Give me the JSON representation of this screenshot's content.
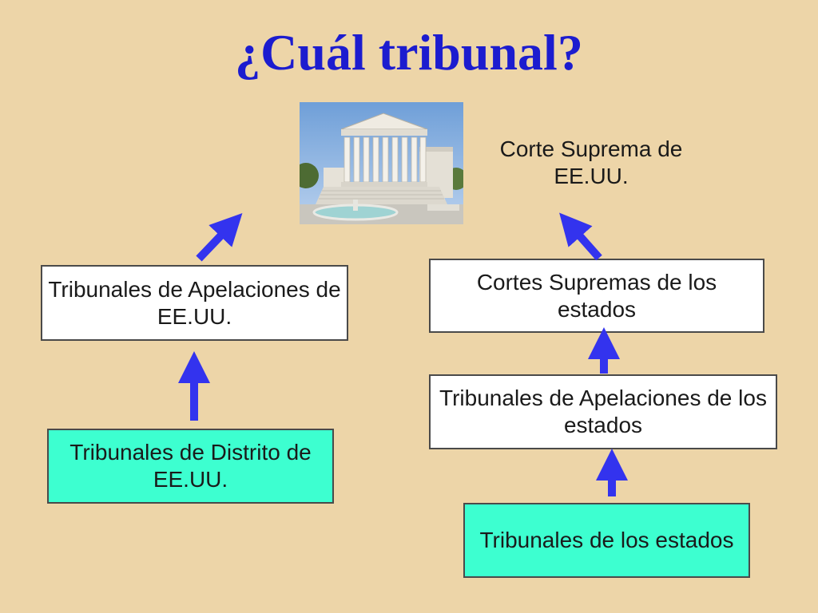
{
  "slide": {
    "title": "¿Cuál tribunal?",
    "supreme_court_label": "Corte Suprema de EE.UU.",
    "federal": {
      "appeals": "Tribunales de Apelaciones de EE.UU.",
      "district": "Tribunales de Distrito de EE.UU."
    },
    "state": {
      "supreme": "Cortes Supremas de los estados",
      "appeals": "Tribunales de Apelaciones de los estados",
      "trial": "Tribunales de los estados"
    }
  },
  "colors": {
    "background": "#edd5a8",
    "title": "#1c1ccf",
    "arrow": "#3333ee",
    "entry_box": "#3dffd0",
    "box": "#ffffff"
  },
  "icons": [
    "arrow-icon",
    "supreme-court-building-photo"
  ]
}
